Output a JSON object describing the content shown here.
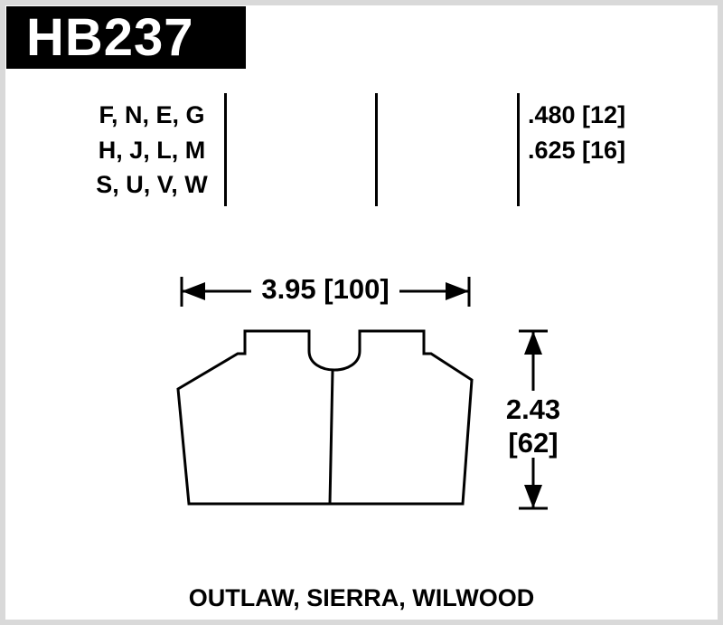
{
  "part": {
    "number": "HB237"
  },
  "spec_table": {
    "compound_rows": [
      "F, N, E, G",
      "H, J, L, M",
      "S, U, V, W"
    ],
    "thickness_rows": [
      ".480 [12]",
      ".625 [16]"
    ]
  },
  "dimensions": {
    "width": "3.95 [100]",
    "height_primary": "2.43",
    "height_secondary": "[62]"
  },
  "applications": {
    "caption": "OUTLAW, SIERRA, WILWOOD"
  },
  "colors": {
    "ink": "#000000",
    "paper": "#ffffff",
    "frame": "#d9d9d9"
  }
}
